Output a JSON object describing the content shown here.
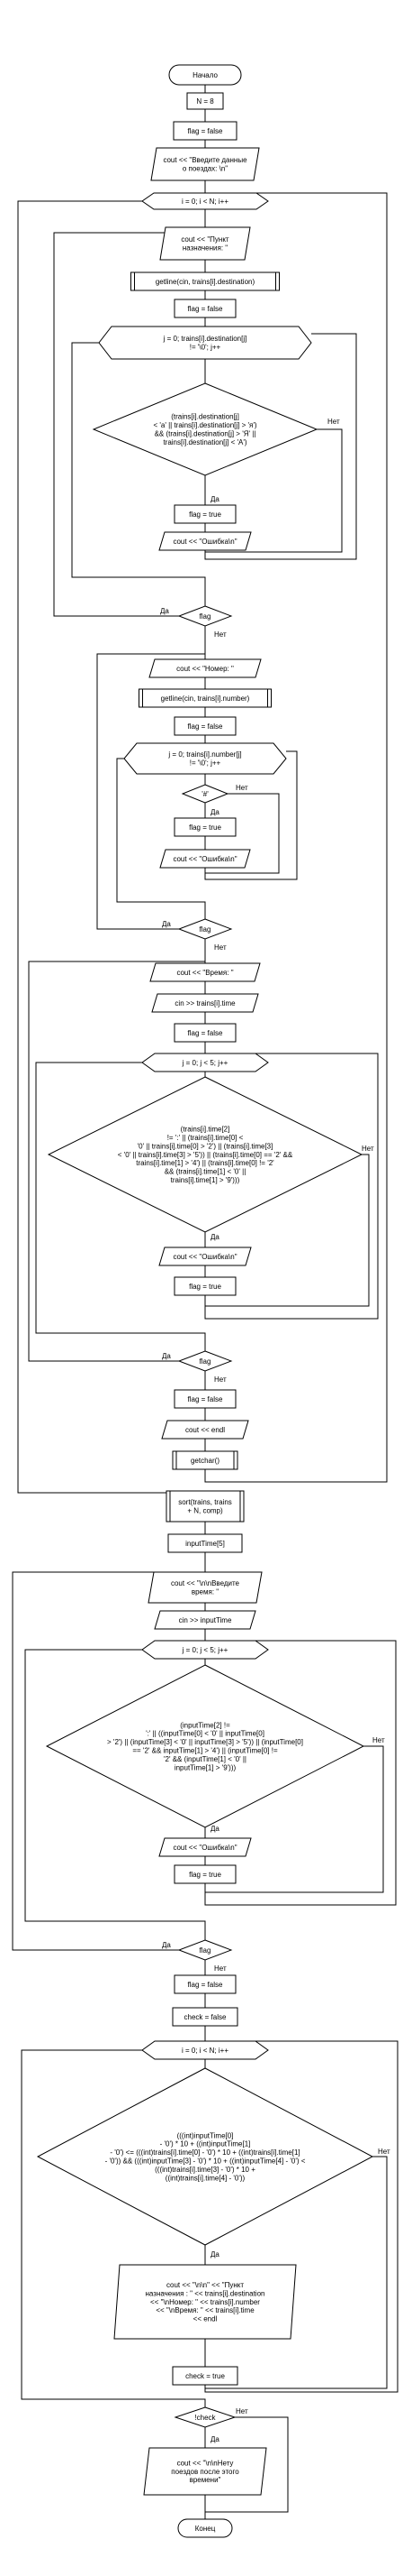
{
  "flowchart": {
    "nodes": [
      {
        "id": "start",
        "shape": "terminal",
        "lines": [
          "Начало"
        ]
      },
      {
        "id": "n8",
        "shape": "process",
        "lines": [
          "N = 8"
        ]
      },
      {
        "id": "flag0",
        "shape": "process",
        "lines": [
          "flag = false"
        ]
      },
      {
        "id": "cout1",
        "shape": "io",
        "lines": [
          "cout << \"Введите данные",
          "о поездах: \\n\""
        ]
      },
      {
        "id": "loopI",
        "shape": "loop",
        "lines": [
          "i = 0; i < N; i++"
        ]
      },
      {
        "id": "coutPunkt",
        "shape": "io",
        "lines": [
          "cout << \"Пункт",
          "назначения: \""
        ]
      },
      {
        "id": "getlineDest",
        "shape": "subproc",
        "lines": [
          "getline(cin, trains[i].destination)"
        ]
      },
      {
        "id": "flagF1",
        "shape": "process",
        "lines": [
          "flag = false"
        ]
      },
      {
        "id": "loopJ1",
        "shape": "loop",
        "lines": [
          "j = 0; trains[i].destination[j]",
          "!= '\\0'; j++"
        ]
      },
      {
        "id": "decDest",
        "shape": "decision",
        "lines": [
          "(trains[i].destination[j]",
          "< 'а' || trains[i].destination[j] > 'я')",
          "&& (trains[i].destination[j] > 'Я' ||",
          "trains[i].destination[j] < 'А')"
        ]
      },
      {
        "id": "flagT1",
        "shape": "process",
        "lines": [
          "flag = true"
        ]
      },
      {
        "id": "coutErr1",
        "shape": "io",
        "lines": [
          "cout << \"Ошибка\\n\""
        ]
      },
      {
        "id": "decFlag1",
        "shape": "decision",
        "lines": [
          "flag"
        ]
      },
      {
        "id": "coutNomer",
        "shape": "io",
        "lines": [
          "cout << \"Номер: \""
        ]
      },
      {
        "id": "getlineNum",
        "shape": "subproc",
        "lines": [
          "getline(cin, trains[i].number)"
        ]
      },
      {
        "id": "flagF2",
        "shape": "process",
        "lines": [
          "flag = false"
        ]
      },
      {
        "id": "loopJ2",
        "shape": "loop",
        "lines": [
          "j = 0; trains[i].number[j]",
          "!= '\\0'; j++"
        ]
      },
      {
        "id": "decQ",
        "shape": "decision",
        "lines": [
          "'#'"
        ]
      },
      {
        "id": "flagT2",
        "shape": "process",
        "lines": [
          "flag = true"
        ]
      },
      {
        "id": "coutErr2",
        "shape": "io",
        "lines": [
          "cout << \"Ошибка\\n\""
        ]
      },
      {
        "id": "decFlag2",
        "shape": "decision",
        "lines": [
          "flag"
        ]
      },
      {
        "id": "coutVremya",
        "shape": "io",
        "lines": [
          "cout << \"Время: \""
        ]
      },
      {
        "id": "cinTime",
        "shape": "io",
        "lines": [
          "cin >> trains[i].time"
        ]
      },
      {
        "id": "flagF3",
        "shape": "process",
        "lines": [
          "flag = false"
        ]
      },
      {
        "id": "loopJ3",
        "shape": "loop",
        "lines": [
          "j = 0; j < 5; j++"
        ]
      },
      {
        "id": "decTime",
        "shape": "decision",
        "lines": [
          "(trains[i].time[2]",
          "!= ':' || (trains[i].time[0] <",
          "'0' || trains[i].time[0] > '2') || (trains[i].time[3]",
          "< '0' || trains[i].time[3] > '5')) || (trains[i].time[0] == '2' &&",
          "trains[i].time[1] > '4') || (trains[i].time[0] != '2'",
          "&& (trains[i].time[1] < '0' ||",
          "trains[i].time[1] > '9')))"
        ]
      },
      {
        "id": "coutErr3",
        "shape": "io",
        "lines": [
          "cout << \"Ошибка\\n\""
        ]
      },
      {
        "id": "flagT3",
        "shape": "process",
        "lines": [
          "flag = true"
        ]
      },
      {
        "id": "decFlag3",
        "shape": "decision",
        "lines": [
          "flag"
        ]
      },
      {
        "id": "flagF4",
        "shape": "process",
        "lines": [
          "flag = false"
        ]
      },
      {
        "id": "coutEndl",
        "shape": "io",
        "lines": [
          "cout << endl"
        ]
      },
      {
        "id": "getchar",
        "shape": "subproc",
        "lines": [
          "getchar()"
        ]
      },
      {
        "id": "sort",
        "shape": "subproc",
        "lines": [
          "sort(trains, trains",
          "+ N, comp)"
        ]
      },
      {
        "id": "inputTime5",
        "shape": "process",
        "lines": [
          "inputTime[5]"
        ]
      },
      {
        "id": "coutVvedite",
        "shape": "io",
        "lines": [
          "cout << \"\\n\\nВведите",
          "время: \""
        ]
      },
      {
        "id": "cinInput",
        "shape": "io",
        "lines": [
          "cin >> inputTime"
        ]
      },
      {
        "id": "loopJ4",
        "shape": "loop",
        "lines": [
          "j = 0; j < 5; j++"
        ]
      },
      {
        "id": "decInput",
        "shape": "decision",
        "lines": [
          "(inputTime[2] !=",
          "':' || ((inputTime[0] < '0' || inputTime[0]",
          "> '2') || (inputTime[3] < '0' || inputTime[3] > '5')) || (inputTime[0]",
          "== '2' && inputTime[1] > '4') || (inputTime[0] !=",
          "'2' && (inputTime[1] < '0' ||",
          "inputTime[1] > '9')))"
        ]
      },
      {
        "id": "coutErr4",
        "shape": "io",
        "lines": [
          "cout << \"Ошибка\\n\""
        ]
      },
      {
        "id": "flagT4",
        "shape": "process",
        "lines": [
          "flag = true"
        ]
      },
      {
        "id": "decFlag4",
        "shape": "decision",
        "lines": [
          "flag"
        ]
      },
      {
        "id": "flagF5",
        "shape": "process",
        "lines": [
          "flag = false"
        ]
      },
      {
        "id": "checkF",
        "shape": "process",
        "lines": [
          "check = false"
        ]
      },
      {
        "id": "loopI2",
        "shape": "loop",
        "lines": [
          "i = 0; i < N; i++"
        ]
      },
      {
        "id": "decCmp",
        "shape": "decision",
        "lines": [
          "(((int)inputTime[0]",
          "- '0') * 10 + ((int)inputTime[1]",
          "- '0') <= (((int)trains[i].time[0] - '0') * 10 + ((int)trains[i].time[1]",
          "- '0')) && (((int)inputTime[3] - '0') * 10 + ((int)inputTime[4] - '0') <",
          "(((int)trains[i].time[3] - '0') * 10 +",
          "((int)trains[i].time[4] - '0'))"
        ]
      },
      {
        "id": "coutTrain",
        "shape": "io",
        "lines": [
          "cout << \"\\n\\n\" << \"Пункт",
          "назначения : \" << trains[i].destination",
          "<< \"\\nНомер: \" << trains[i].number",
          "<< \"\\nВремя: \" << trains[i].time",
          "<< endl"
        ]
      },
      {
        "id": "checkT",
        "shape": "process",
        "lines": [
          "check = true"
        ]
      },
      {
        "id": "decCheck",
        "shape": "decision",
        "lines": [
          "!check"
        ]
      },
      {
        "id": "coutNet",
        "shape": "io",
        "lines": [
          "cout << \"\\n\\nНету",
          "поездов после этого",
          "времени\""
        ]
      },
      {
        "id": "end",
        "shape": "terminal",
        "lines": [
          "Конец"
        ]
      }
    ],
    "edge_labels": {
      "yes": "Да",
      "no": "Нет"
    }
  }
}
